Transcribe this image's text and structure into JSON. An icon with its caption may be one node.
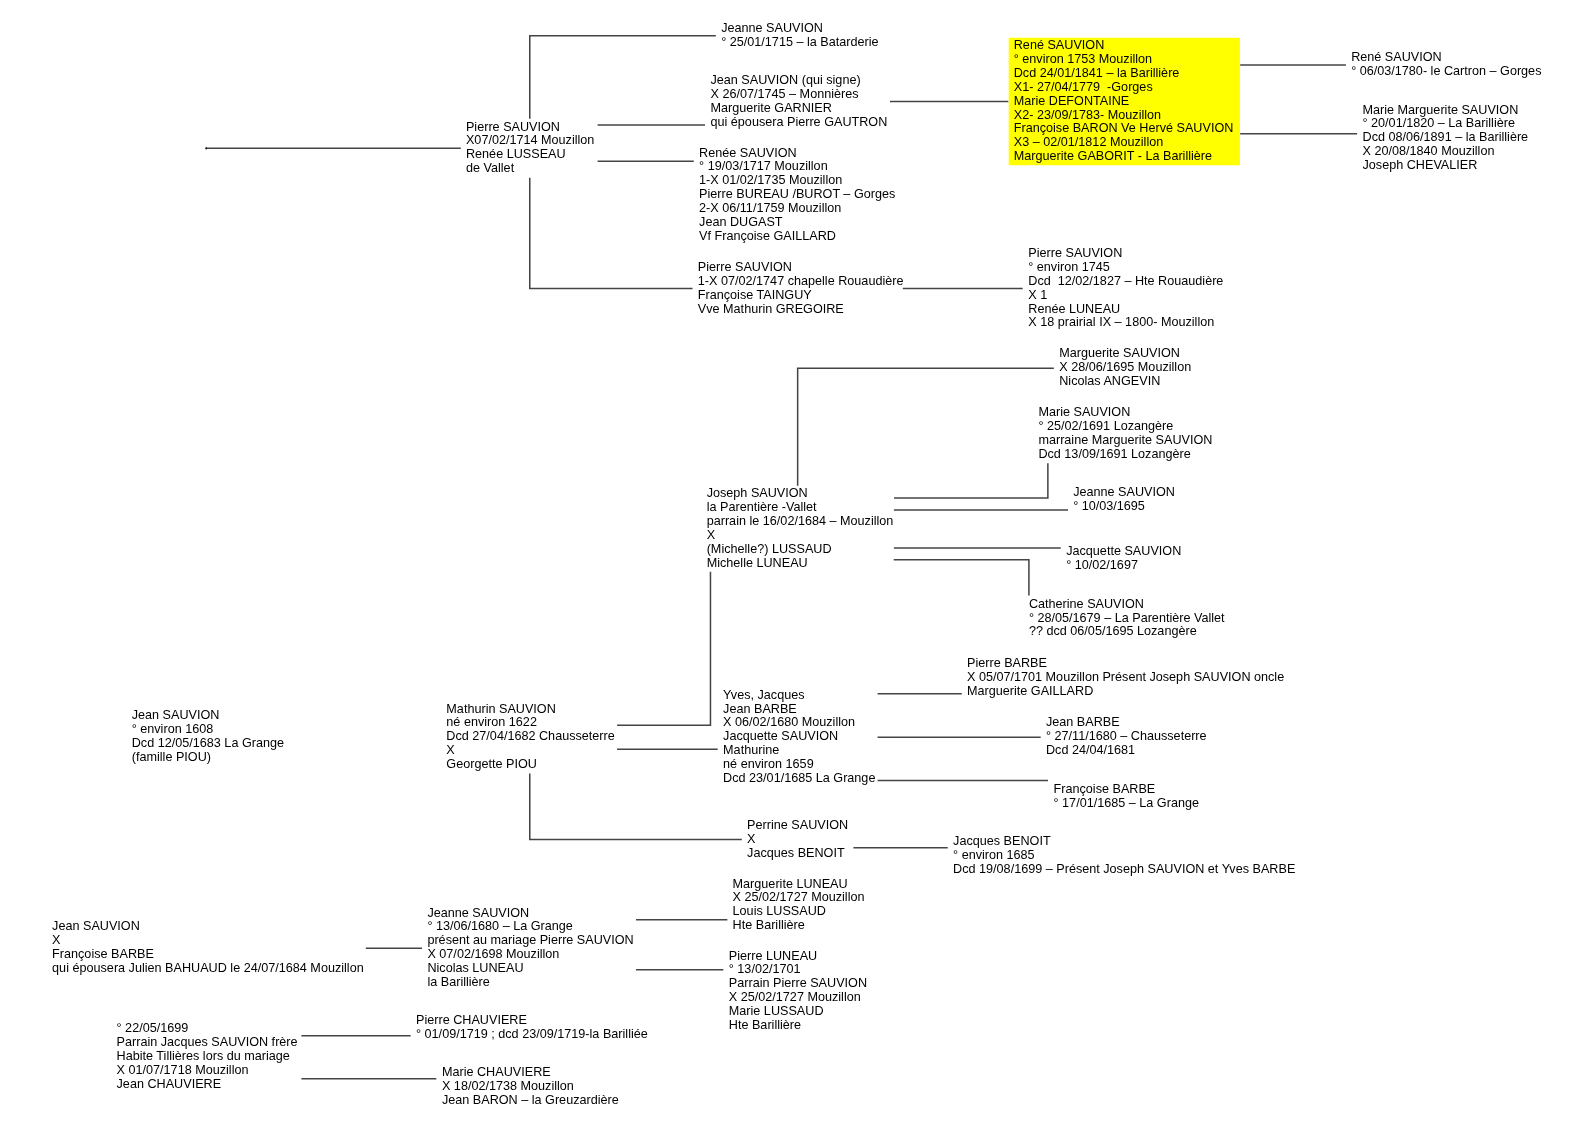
{
  "diagram": {
    "nodes": [
      {
        "text": [
          "° 22/05/1699",
          "Parrain Jacques SAUVION frère",
          "Habite Tillières lors du mariage",
          "X 01/07/1718 Mouzillon",
          "Jean CHAUVIERE"
        ]
      },
      {
        "text": [
          "Pierre CHAUVIERE",
          "° 01/09/1719 ; dcd 23/09/1719-la Barilliée"
        ]
      },
      {
        "text": [
          "Marie CHAUVIERE",
          "X 18/02/1738 Mouzillon",
          "Jean BARON – la Greuzardière"
        ]
      },
      {
        "text": [
          "Jean SAUVION",
          "X",
          "Françoise BARBE",
          "qui épousera Julien BAHUAUD le 24/07/1684 Mouzillon"
        ]
      },
      {
        "text": [
          "Jeanne SAUVION",
          "° 13/06/1680 – La Grange",
          "présent au mariage Pierre SAUVION",
          "X 07/02/1698 Mouzillon",
          "Nicolas LUNEAU",
          "la Barillière"
        ]
      },
      {
        "text": [
          "Marguerite LUNEAU",
          "X 25/02/1727 Mouzillon",
          "Louis LUSSAUD",
          "Hte Barillière"
        ]
      },
      {
        "text": [
          "Pierre LUNEAU",
          "° 13/02/1701",
          "Parrain Pierre SAUVION",
          "X 25/02/1727 Mouzillon",
          "Marie LUSSAUD",
          "Hte Barillière"
        ]
      },
      {
        "text": [
          "Mathurin SAUVION",
          "né environ 1622",
          "Dcd 27/04/1682 Chausseterre",
          "X",
          "Georgette PIOU"
        ]
      },
      {
        "text": [
          "Joseph SAUVION",
          "la Parentière -Vallet",
          "parrain le 16/02/1684 – Mouzillon",
          "X",
          "(Michelle?) LUSSAUD",
          "Michelle LUNEAU"
        ]
      },
      {
        "text": [
          "Marguerite SAUVION",
          "X 28/06/1695 Mouzillon",
          "Nicolas ANGEVIN"
        ]
      },
      {
        "text": [
          "Marie SAUVION",
          "° 25/02/1691 Lozangère",
          "marraine Marguerite SAUVION",
          "Dcd 13/09/1691 Lozangère"
        ]
      },
      {
        "text": [
          "Jeanne SAUVION",
          "° 10/03/1695"
        ]
      },
      {
        "text": [
          "Jacquette SAUVION",
          "° 10/02/1697"
        ]
      },
      {
        "text": [
          "Catherine SAUVION",
          "° 28/05/1679 – La Parentière Vallet",
          "?? dcd 06/05/1695 Lozangère"
        ]
      },
      {
        "text": [
          "Yves, Jacques",
          "Jean BARBE",
          "X 06/02/1680 Mouzillon",
          "Jacquette SAUVION",
          "Mathurine",
          "né environ 1659",
          "Dcd 23/01/1685 La Grange"
        ]
      },
      {
        "text": [
          "Pierre BARBE",
          "X 05/07/1701 Mouzillon Présent Joseph SAUVION oncle",
          "Marguerite GAILLARD"
        ]
      },
      {
        "text": [
          "Jean BARBE",
          "° 27/11/1680 – Chausseterre",
          "Dcd 24/04/1681"
        ]
      },
      {
        "text": [
          "Françoise BARBE",
          "° 17/01/1685 – La Grange"
        ]
      },
      {
        "text": [
          "Perrine SAUVION",
          "X",
          "Jacques BENOIT"
        ]
      },
      {
        "text": [
          "Jacques BENOIT",
          "° environ 1685",
          "Dcd 19/08/1699 – Présent Joseph SAUVION et Yves BARBE"
        ]
      },
      {
        "text": [
          "Pierre SAUVION",
          "X07/02/1714 Mouzillon",
          "Renée LUSSEAU",
          "de Vallet"
        ]
      },
      {
        "text": [
          "Jeanne SAUVION",
          "° 25/01/1715 – la Batarderie"
        ]
      },
      {
        "text": [
          "Jean SAUVION (qui signe)",
          "X 26/07/1745 – Monnières",
          "Marguerite GARNIER",
          "qui épousera Pierre GAUTRON"
        ]
      },
      {
        "text": [
          "René SAUVION",
          "° environ 1753 Mouzillon",
          "Dcd 24/01/1841 – la Barillière",
          "X1- 27/04/1779  -Gorges",
          "Marie DEFONTAINE",
          "X2- 23/09/1783- Mouzillon",
          "Françoise BARON Ve Hervé SAUVION",
          "X3 – 02/01/1812 Mouzillon",
          "Marguerite GABORIT - La Barillière"
        ]
      },
      {
        "text": [
          "René SAUVION",
          "° 06/03/1780- le Cartron – Gorges"
        ]
      },
      {
        "text": [
          "Marie Marguerite SAUVION",
          "° 20/01/1820 – La Barillière",
          "Dcd 08/06/1891 – la Barillière",
          "X 20/08/1840 Mouzillon",
          "Joseph CHEVALIER"
        ]
      },
      {
        "text": [
          "Renée SAUVION",
          "° 19/03/1717 Mouzillon",
          "1-X 01/02/1735 Mouzillon",
          "Pierre BUREAU /BUROT – Gorges",
          "2-X 06/11/1759 Mouzillon",
          "Jean DUGAST",
          "Vf Françoise GAILLARD"
        ]
      },
      {
        "text": [
          "Pierre SAUVION",
          "1-X 07/02/1747 chapelle Rouaudière",
          "Françoise TAINGUY",
          "Vve Mathurin GREGOIRE"
        ]
      },
      {
        "text": [
          "Pierre SAUVION",
          "° environ 1745",
          "Dcd  12/02/1827 – Hte Rouaudière",
          "X 1",
          "Renée LUNEAU",
          "X 18 prairial IX – 1800- Mouzillon"
        ]
      }
    ],
    "edges": [
      {
        "from": 0,
        "to": 1,
        "arrow": "none"
      },
      {
        "from": 0,
        "to": 2,
        "arrow": "none"
      },
      {
        "from": 3,
        "to": 4,
        "arrow": "none"
      },
      {
        "from": 4,
        "to": 5,
        "arrow": "none"
      },
      {
        "from": 4,
        "to": 6,
        "arrow": "none"
      },
      {
        "from": 7,
        "to": 8,
        "arrow": "none"
      },
      {
        "from": 7,
        "to": 14,
        "arrow": "none"
      },
      {
        "from": 7,
        "to": 18,
        "arrow": "none"
      },
      {
        "from": 8,
        "to": 9,
        "arrow": "none"
      },
      {
        "from": 8,
        "to": 10,
        "arrow": "none"
      },
      {
        "from": 8,
        "to": 11,
        "arrow": "none"
      },
      {
        "from": 8,
        "to": 12,
        "arrow": "none"
      },
      {
        "from": 8,
        "to": 13,
        "arrow": "none"
      },
      {
        "from": 14,
        "to": 15,
        "arrow": "none"
      },
      {
        "from": 14,
        "to": 16,
        "arrow": "none"
      },
      {
        "from": 14,
        "to": 17,
        "arrow": "none"
      },
      {
        "from": 18,
        "to": 19,
        "arrow": "none"
      },
      {
        "from": null,
        "to": 20,
        "arrow": "none"
      },
      {
        "from": 20,
        "to": 21,
        "arrow": "none"
      },
      {
        "from": 20,
        "to": 22,
        "arrow": "none"
      },
      {
        "from": 20,
        "to": 26,
        "arrow": "none"
      },
      {
        "from": 20,
        "to": 27,
        "arrow": "none"
      },
      {
        "from": 22,
        "to": 23,
        "arrow": "none"
      },
      {
        "from": 23,
        "to": 24,
        "arrow": "none"
      },
      {
        "from": 23,
        "to": 25,
        "arrow": "none"
      },
      {
        "from": 27,
        "to": 28,
        "arrow": "none"
      }
    ],
    "labels": [
      "Jean SAUVION",
      "° environ 1608",
      "Dcd 12/05/1683 La Grange",
      "(famille PIOU)"
    ]
  }
}
